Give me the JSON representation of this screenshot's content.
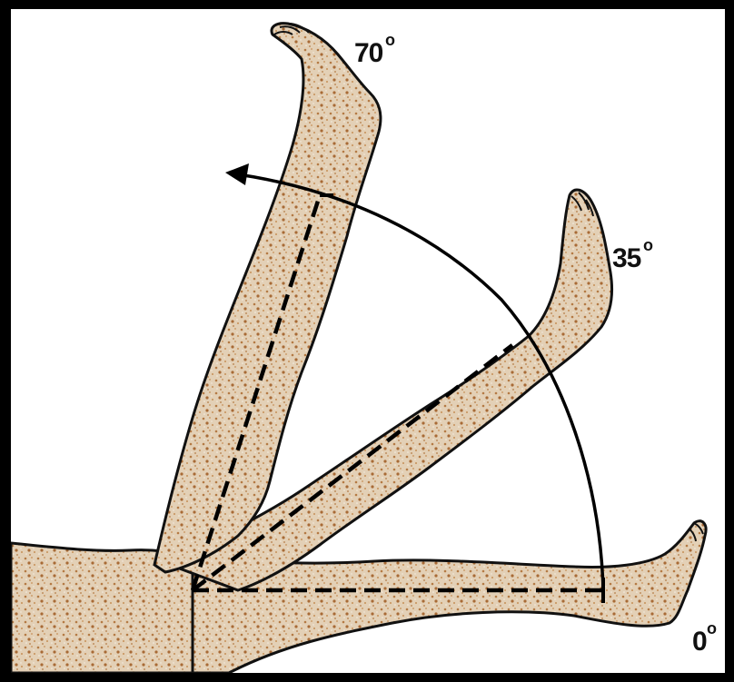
{
  "diagram": {
    "labels": {
      "angle_70": "70",
      "angle_35": "35",
      "angle_0": "0",
      "degree_symbol": "o"
    },
    "colors": {
      "frame": "#000000",
      "background": "#ffffff",
      "skin_fill": "#d9c3a6",
      "skin_speckle": "#b0773f",
      "outline": "#111111"
    }
  }
}
